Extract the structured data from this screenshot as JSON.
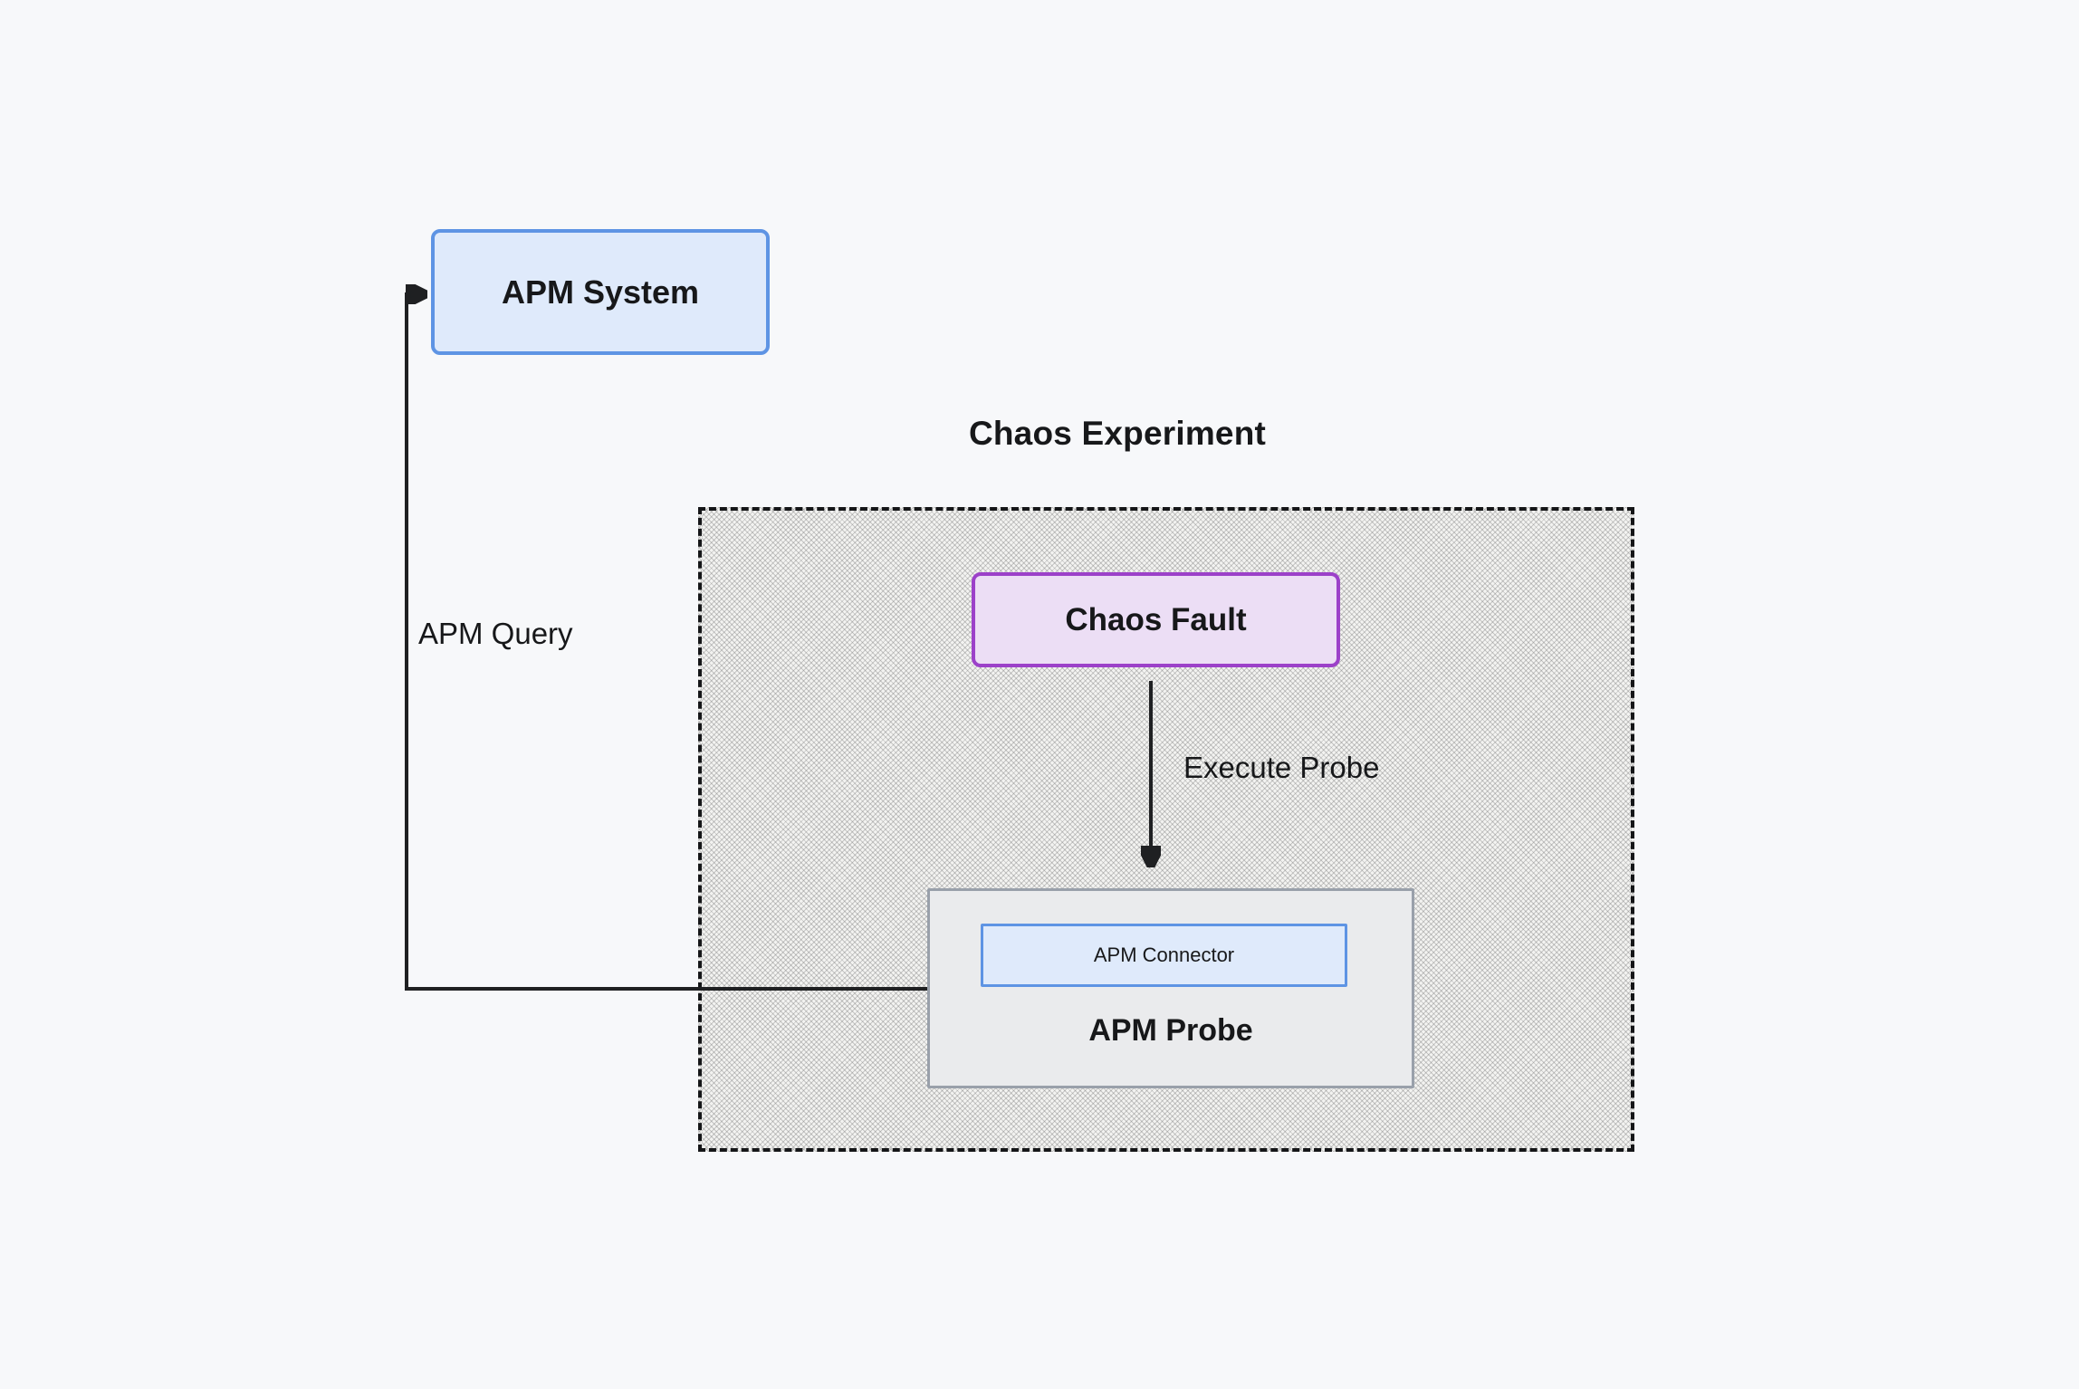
{
  "diagram": {
    "title": "Chaos Experiment",
    "nodes": {
      "apm_system": {
        "label": "APM System"
      },
      "chaos_fault": {
        "label": "Chaos Fault"
      },
      "apm_probe": {
        "label": "APM Probe"
      },
      "apm_connector": {
        "label": "APM Connector"
      }
    },
    "edges": {
      "apm_query": {
        "label": "APM Query",
        "from": "APM Probe",
        "to": "APM System"
      },
      "execute_probe": {
        "label": "Execute Probe",
        "from": "Chaos Fault",
        "to": "APM Probe"
      }
    },
    "colors": {
      "canvas_background": "#f7f8fa",
      "blue_node_fill": "#dfeafb",
      "blue_node_border": "#5e94e4",
      "purple_node_fill": "#ecdef5",
      "purple_node_border": "#9c41c9",
      "probe_fill": "#eaebed",
      "probe_border": "#99a0aa",
      "edge_line": "#1f2022",
      "dashed_border": "#151618",
      "text": "#17181a"
    }
  }
}
